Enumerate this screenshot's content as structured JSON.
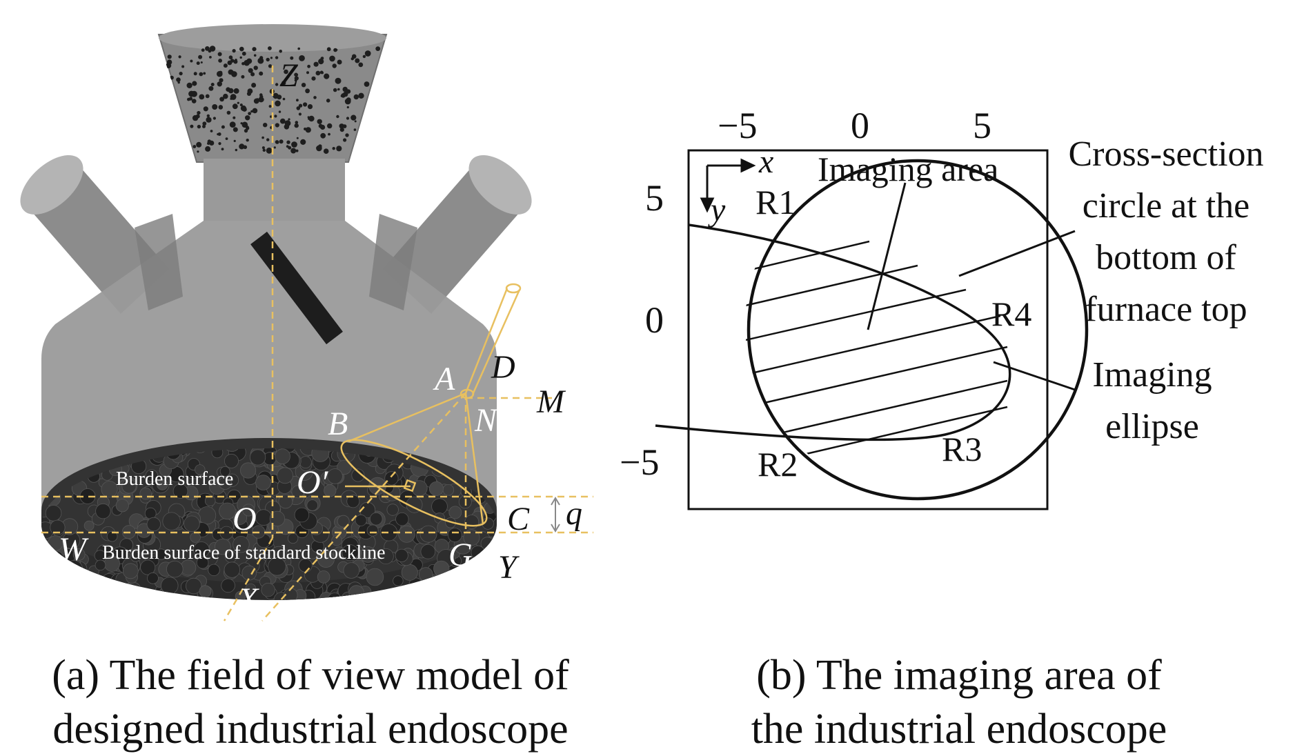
{
  "panel_a": {
    "axis_labels": {
      "z": "Z",
      "x": "X",
      "y": "Y",
      "o": "O"
    },
    "point_labels": {
      "a": "A",
      "b": "B",
      "c": "C",
      "d": "D",
      "g": "G",
      "m": "M",
      "n": "N",
      "o_prime": "O′",
      "w": "W",
      "q": "q"
    },
    "surface_labels": {
      "burden_surface": "Burden surface",
      "standard_stockline": "Burden surface of standard stockline"
    },
    "caption_line1": "(a) The field of view model of",
    "caption_line2": "designed industrial endoscope",
    "colors": {
      "furnace": "#9a9a9a",
      "hopper": "#7f7f7f",
      "burden": "#2a2a2a",
      "guide": "#e8c060"
    }
  },
  "panel_b": {
    "x_ticks": [
      "−5",
      "0",
      "5"
    ],
    "y_ticks": [
      "5",
      "0",
      "−5"
    ],
    "axis_x": "x",
    "axis_y": "y",
    "points": {
      "r1": "R1",
      "r2": "R2",
      "r3": "R3",
      "r4": "R4"
    },
    "imaging_area": "Imaging area",
    "circle_label": [
      "Cross-section",
      "circle at the",
      "bottom of",
      "furnace top"
    ],
    "ellipse_label": [
      "Imaging",
      "ellipse"
    ],
    "caption_line1": "(b) The imaging area of",
    "caption_line2": "the industrial endoscope"
  }
}
